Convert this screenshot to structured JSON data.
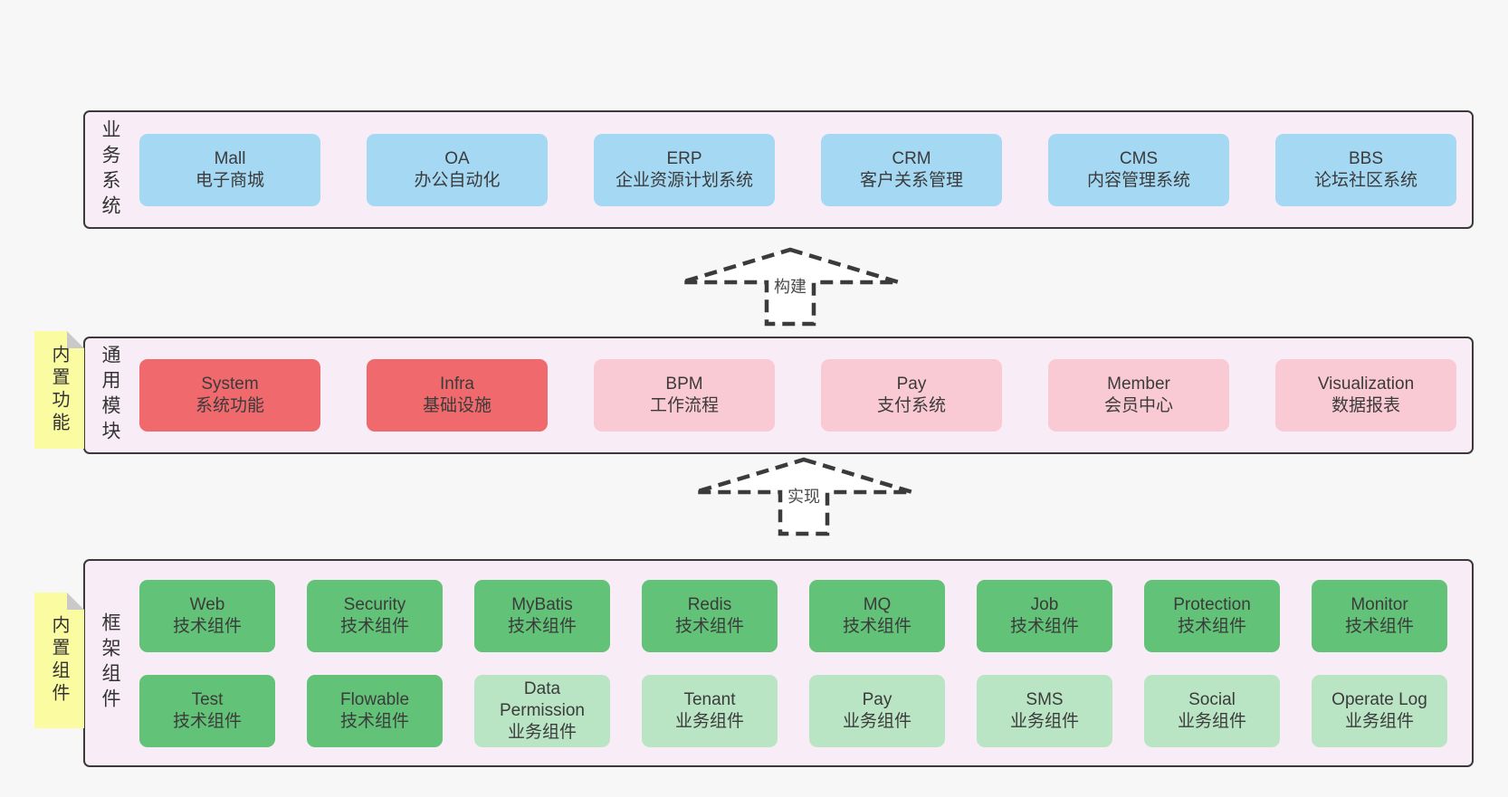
{
  "colors": {
    "page": "#f7f7f7",
    "panel_bg": "#f8edf6",
    "panel_border": "#3a3a3a",
    "sticky_bg": "#fbfba1",
    "sticky_fold": "#c9c9c9",
    "text": "#3b3b3b",
    "arrow_stroke": "#3b3b3b",
    "blue": "#a5d8f3",
    "red": "#f0696c",
    "pink": "#facad4",
    "green": "#62c277",
    "lightgreen": "#bae5c5"
  },
  "arrows": [
    {
      "label": "构建"
    },
    {
      "label": "实现"
    }
  ],
  "stickies": [
    {
      "text": "内置功能"
    },
    {
      "text": "内置组件"
    }
  ],
  "sections": [
    {
      "label": "业务系统",
      "rows": [
        [
          {
            "type": "blue",
            "lines": [
              "Mall",
              "电子商城"
            ]
          },
          {
            "type": "blue",
            "lines": [
              "OA",
              "办公自动化"
            ]
          },
          {
            "type": "blue",
            "lines": [
              "ERP",
              "企业资源计划系统"
            ]
          },
          {
            "type": "blue",
            "lines": [
              "CRM",
              "客户关系管理"
            ]
          },
          {
            "type": "blue",
            "lines": [
              "CMS",
              "内容管理系统"
            ]
          },
          {
            "type": "blue",
            "lines": [
              "BBS",
              "论坛社区系统"
            ]
          }
        ]
      ]
    },
    {
      "label": "通用模块",
      "rows": [
        [
          {
            "type": "red",
            "lines": [
              "System",
              "系统功能"
            ]
          },
          {
            "type": "red",
            "lines": [
              "Infra",
              "基础设施"
            ]
          },
          {
            "type": "pink",
            "lines": [
              "BPM",
              "工作流程"
            ]
          },
          {
            "type": "pink",
            "lines": [
              "Pay",
              "支付系统"
            ]
          },
          {
            "type": "pink",
            "lines": [
              "Member",
              "会员中心"
            ]
          },
          {
            "type": "pink",
            "lines": [
              "Visualization",
              "数据报表"
            ]
          }
        ]
      ]
    },
    {
      "label": "框架组件",
      "rows": [
        [
          {
            "type": "green",
            "lines": [
              "Web",
              "技术组件"
            ]
          },
          {
            "type": "green",
            "lines": [
              "Security",
              "技术组件"
            ]
          },
          {
            "type": "green",
            "lines": [
              "MyBatis",
              "技术组件"
            ]
          },
          {
            "type": "green",
            "lines": [
              "Redis",
              "技术组件"
            ]
          },
          {
            "type": "green",
            "lines": [
              "MQ",
              "技术组件"
            ]
          },
          {
            "type": "green",
            "lines": [
              "Job",
              "技术组件"
            ]
          },
          {
            "type": "green",
            "lines": [
              "Protection",
              "技术组件"
            ]
          },
          {
            "type": "green",
            "lines": [
              "Monitor",
              "技术组件"
            ]
          }
        ],
        [
          {
            "type": "green",
            "lines": [
              "Test",
              "技术组件"
            ]
          },
          {
            "type": "green",
            "lines": [
              "Flowable",
              "技术组件"
            ]
          },
          {
            "type": "lightgreen",
            "lines": [
              "Data Permission",
              "业务组件"
            ]
          },
          {
            "type": "lightgreen",
            "lines": [
              "Tenant",
              "业务组件"
            ]
          },
          {
            "type": "lightgreen",
            "lines": [
              "Pay",
              "业务组件"
            ]
          },
          {
            "type": "lightgreen",
            "lines": [
              "SMS",
              "业务组件"
            ]
          },
          {
            "type": "lightgreen",
            "lines": [
              "Social",
              "业务组件"
            ]
          },
          {
            "type": "lightgreen",
            "lines": [
              "Operate Log",
              "业务组件"
            ]
          }
        ]
      ]
    }
  ]
}
